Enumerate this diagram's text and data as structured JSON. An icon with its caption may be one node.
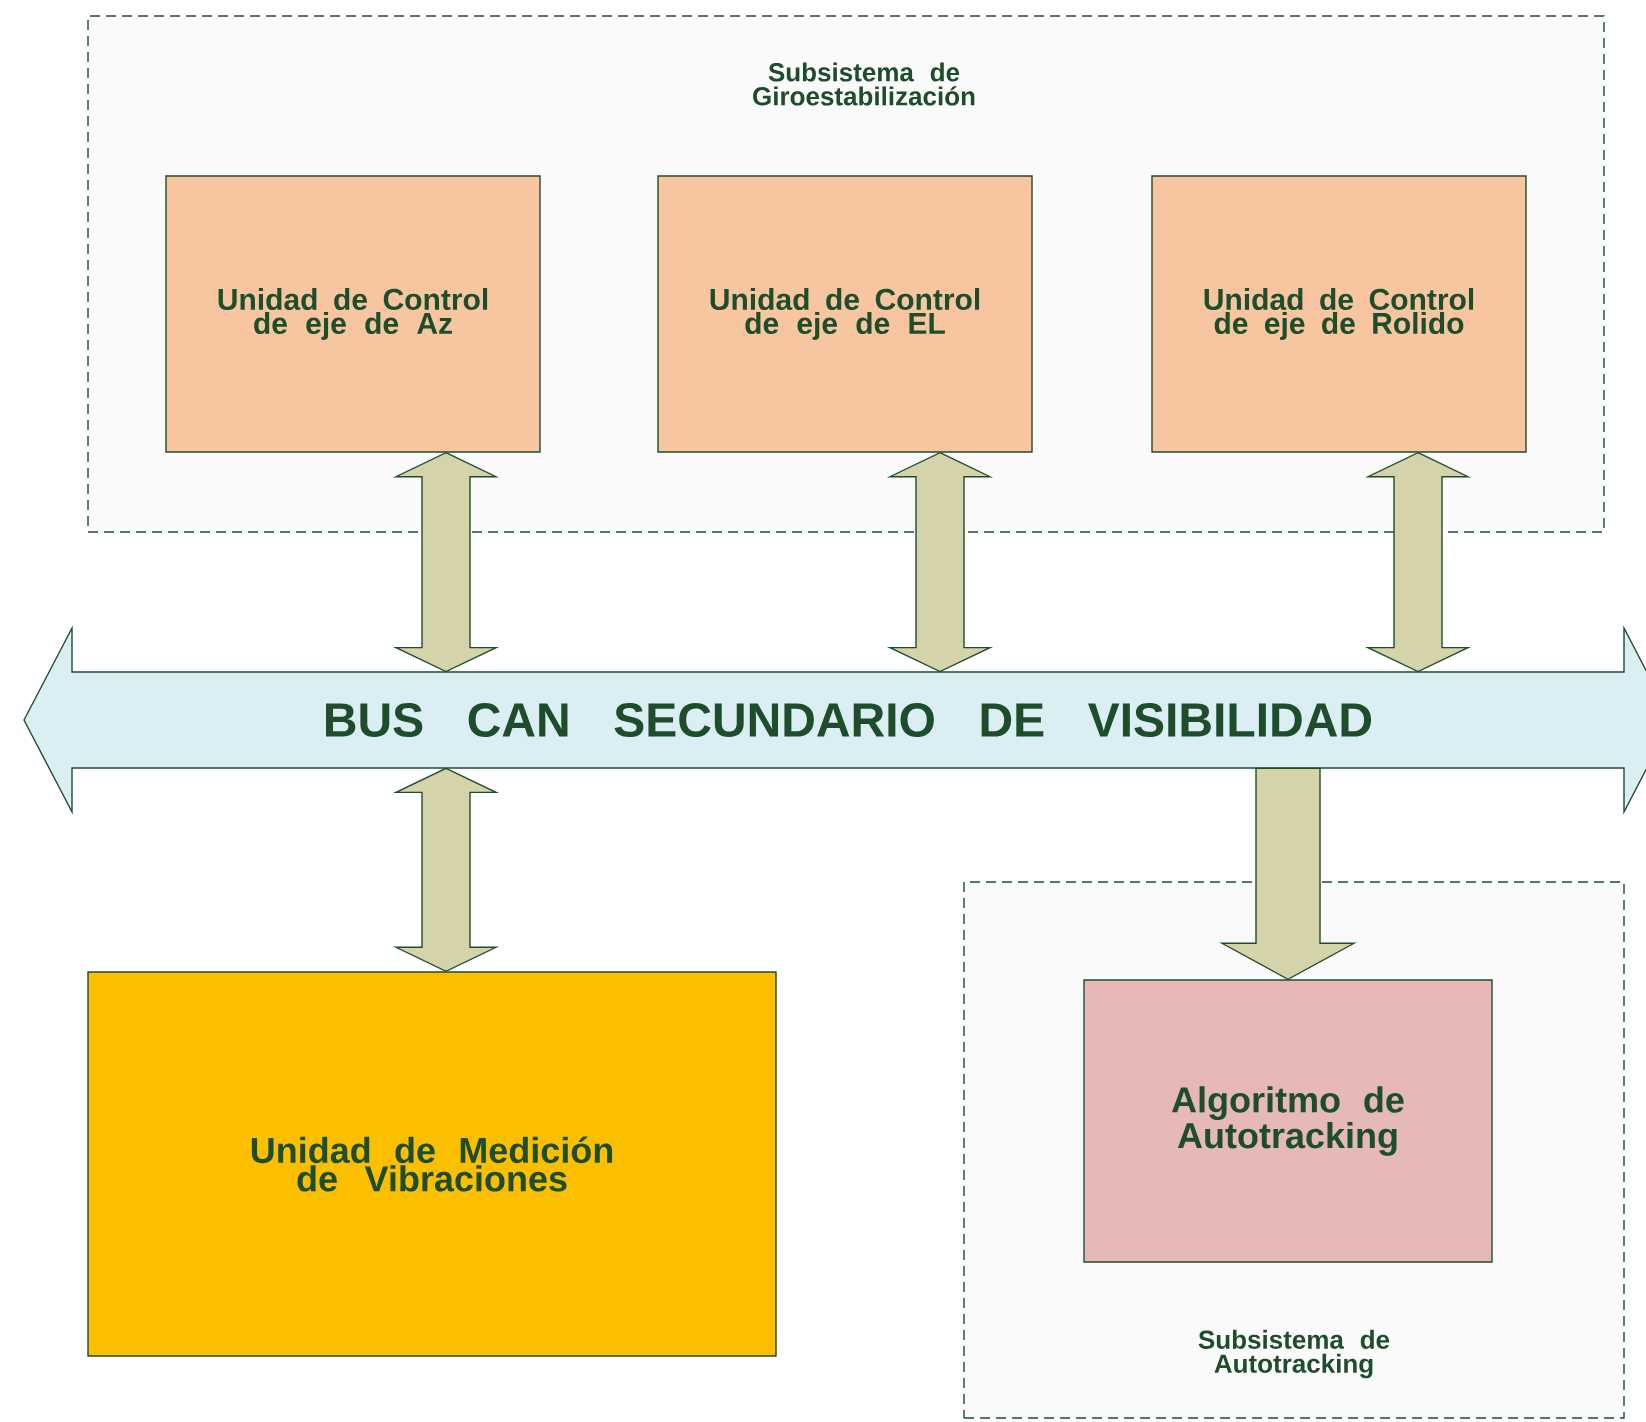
{
  "diagram": {
    "nodes": [
      {
        "text": [
          "Subsistema de Giroestabilización"
        ]
      },
      {
        "text": [
          "Unidad de Control de eje de Az"
        ],
        "in": 0
      },
      {
        "text": [
          "Unidad de Control de eje de EL"
        ],
        "in": 0
      },
      {
        "text": [
          "Unidad de Control de eje de Rolido"
        ],
        "in": 0
      },
      {
        "text": [
          "BUS CAN SECUNDARIO DE VISIBILIDAD"
        ]
      },
      {
        "text": [
          "Unidad de Medición de Vibraciones"
        ]
      },
      {
        "text": [
          "Subsistema de Autotracking"
        ]
      },
      {
        "text": [
          "Algoritmo de Autotracking"
        ],
        "in": 6
      }
    ],
    "edges": [
      {
        "from": 1,
        "to": 4,
        "arrow": "both"
      },
      {
        "from": 2,
        "to": 4,
        "arrow": "both"
      },
      {
        "from": 3,
        "to": 4,
        "arrow": "both"
      },
      {
        "from": 4,
        "to": 5,
        "arrow": "both"
      },
      {
        "from": 4,
        "to": 7,
        "arrow": "to"
      }
    ]
  }
}
